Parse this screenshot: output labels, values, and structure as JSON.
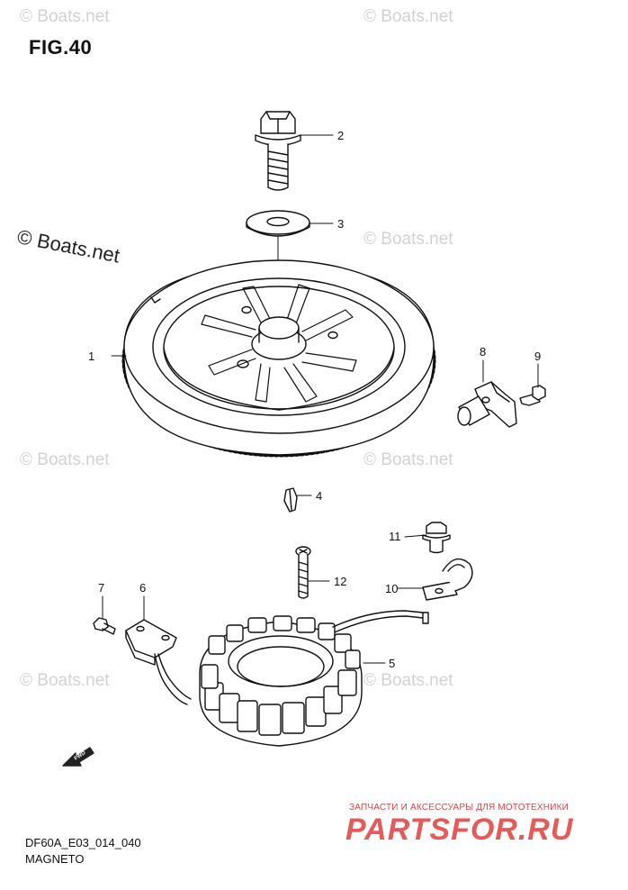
{
  "figure": {
    "title": "FIG.40",
    "code": "DF60A_E03_014_040",
    "caption": "MAGNETO"
  },
  "watermark": {
    "text": "© Boats.net",
    "color": "#d2d2d2"
  },
  "callouts": [
    "1",
    "2",
    "3",
    "4",
    "5",
    "6",
    "7",
    "8",
    "9",
    "10",
    "11",
    "12"
  ],
  "fwd_label": "FWD",
  "advert": {
    "line": "ЗАПЧАСТИ И АКСЕССУАРЫ ДЛЯ МОТОТЕХНИКИ",
    "logo": "PARTSFOR.RU",
    "color": "#e65a5a"
  },
  "parts": [
    {
      "num": "1",
      "name": "flywheel"
    },
    {
      "num": "2",
      "name": "flywheel-bolt"
    },
    {
      "num": "3",
      "name": "washer"
    },
    {
      "num": "4",
      "name": "key"
    },
    {
      "num": "5",
      "name": "stator"
    },
    {
      "num": "6",
      "name": "pulser-coil"
    },
    {
      "num": "7",
      "name": "screw"
    },
    {
      "num": "8",
      "name": "sensor"
    },
    {
      "num": "9",
      "name": "bolt"
    },
    {
      "num": "10",
      "name": "clamp"
    },
    {
      "num": "11",
      "name": "bolt"
    },
    {
      "num": "12",
      "name": "screw"
    }
  ]
}
